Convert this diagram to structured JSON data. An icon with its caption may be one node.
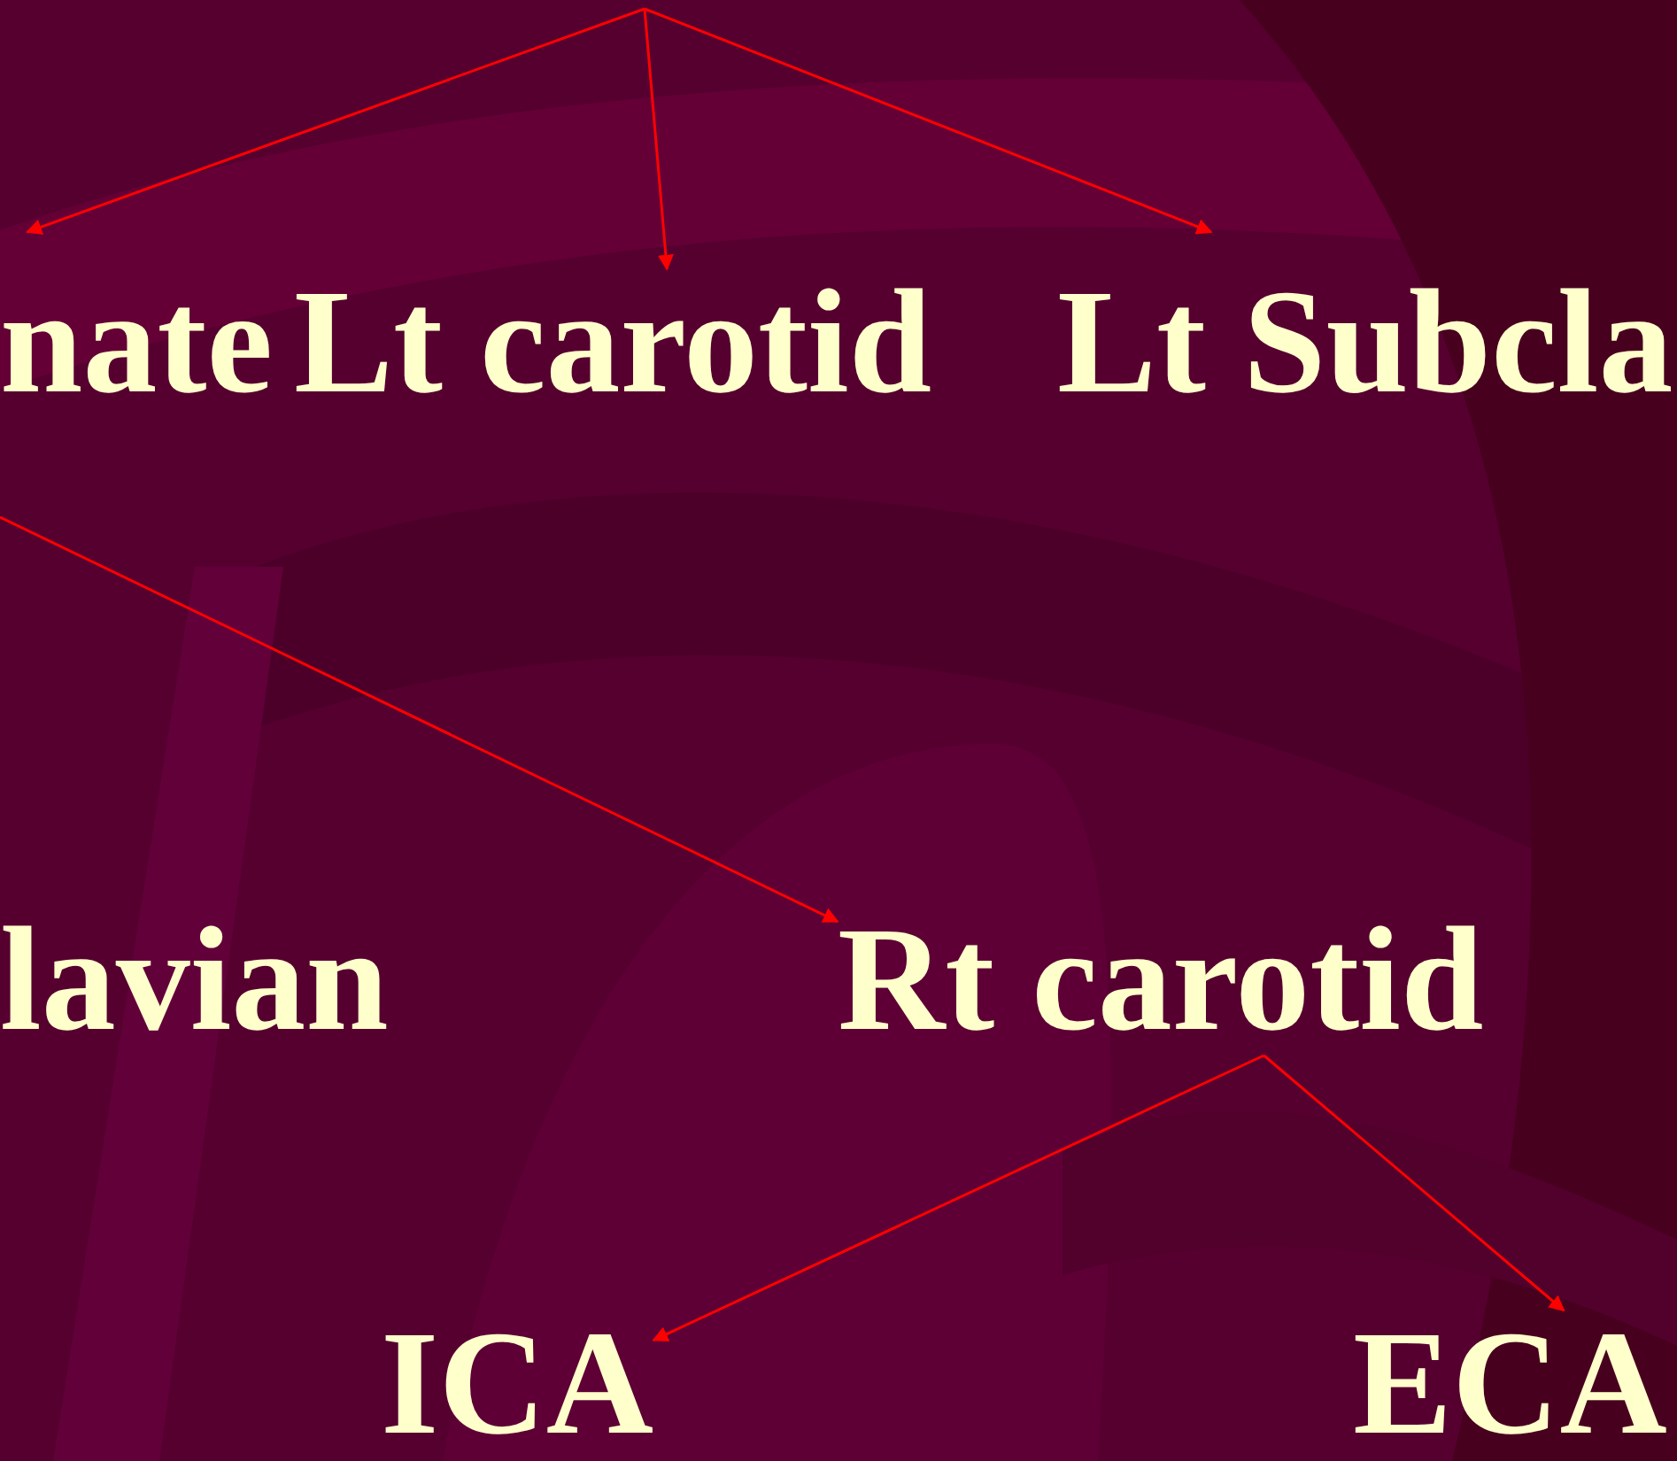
{
  "diagram": {
    "nodes": [
      {
        "text": [
          "nate"
        ]
      },
      {
        "text": [
          "Lt carotid"
        ]
      },
      {
        "text": [
          "Lt Subcla"
        ]
      },
      {
        "text": [
          "lavian"
        ]
      },
      {
        "text": [
          "Rt carotid"
        ]
      },
      {
        "text": [
          "ICA"
        ]
      },
      {
        "text": [
          "ECA"
        ]
      }
    ],
    "edges": [
      {
        "from": null,
        "to": 0,
        "arrow": "to",
        "color": "#ff0000"
      },
      {
        "from": null,
        "to": 1,
        "arrow": "to",
        "color": "#ff0000"
      },
      {
        "from": null,
        "to": 2,
        "arrow": "to",
        "color": "#ff0000"
      },
      {
        "from": null,
        "to": 4,
        "arrow": "to",
        "color": "#ff0000"
      },
      {
        "from": 4,
        "to": 5,
        "arrow": "to",
        "color": "#ff0000"
      },
      {
        "from": 4,
        "to": 6,
        "arrow": "to",
        "color": "#ff0000"
      }
    ]
  }
}
